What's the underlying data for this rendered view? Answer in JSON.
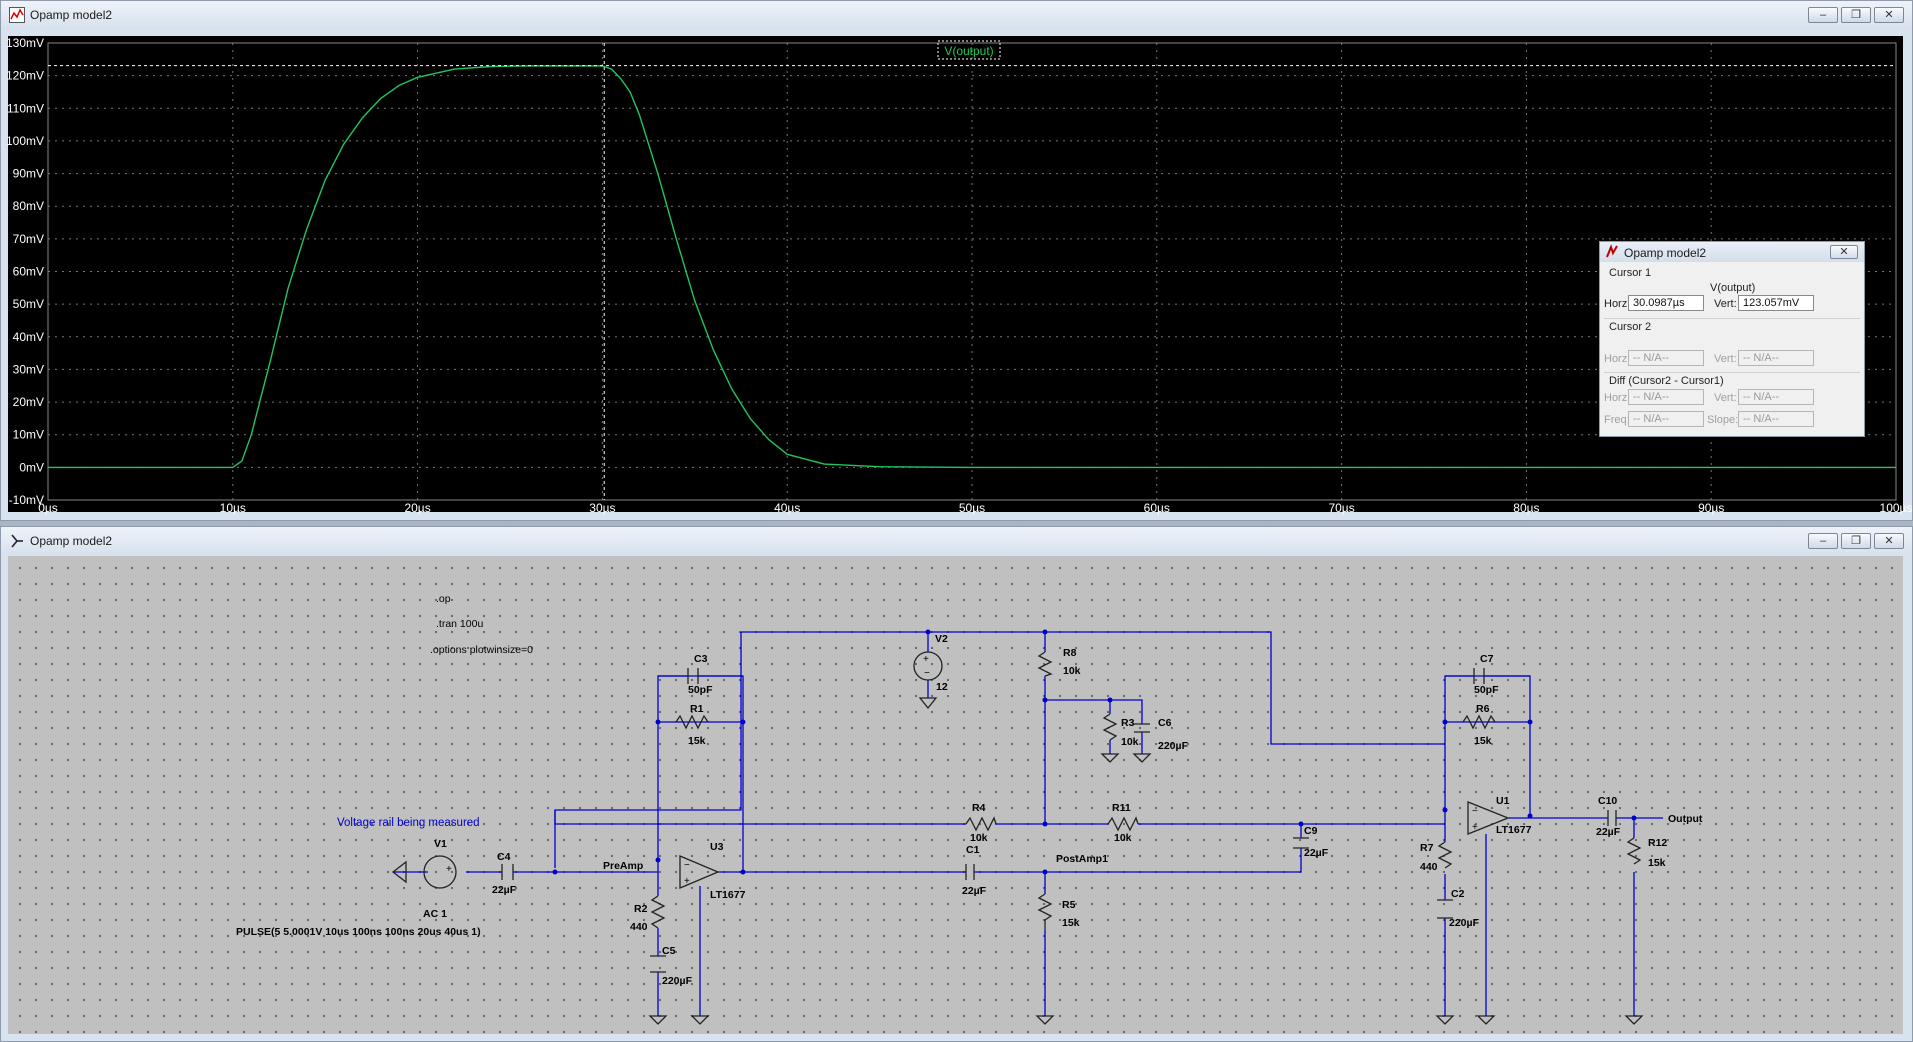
{
  "waveform_window": {
    "title": "Opamp model2",
    "trace_label": "V(output)",
    "trace_color": "#22c55e",
    "ylabels": [
      "130mV",
      "120mV",
      "110mV",
      "100mV",
      "90mV",
      "80mV",
      "70mV",
      "60mV",
      "50mV",
      "40mV",
      "30mV",
      "20mV",
      "10mV",
      "0mV",
      "-10mV"
    ],
    "xlabels": [
      "0µs",
      "10µs",
      "20µs",
      "30µs",
      "40µs",
      "50µs",
      "60µs",
      "70µs",
      "80µs",
      "90µs",
      "100µs"
    ],
    "buttons": {
      "minimize": "‒",
      "restore": "❐",
      "close": "✕"
    }
  },
  "chart_data": {
    "type": "line",
    "title": "V(output)",
    "xlabel": "",
    "ylabel": "",
    "xlim": [
      0,
      100
    ],
    "ylim": [
      -10,
      130
    ],
    "x_unit": "µs",
    "y_unit": "mV",
    "grid": true,
    "cursor": {
      "x": 30.0987,
      "y": 123.057
    },
    "series": [
      {
        "name": "V(output)",
        "color": "#22c55e",
        "x": [
          0,
          10,
          10.5,
          11,
          11.5,
          12,
          13,
          14,
          15,
          16,
          17,
          18,
          19,
          20,
          22,
          24,
          26,
          28,
          30,
          30.5,
          31,
          31.5,
          32,
          33,
          34,
          35,
          36,
          37,
          38,
          39,
          40,
          42,
          45,
          50,
          60,
          70,
          80,
          90,
          100
        ],
        "y": [
          0,
          0,
          2,
          10,
          21,
          32,
          55,
          73,
          88,
          99,
          107,
          113,
          117,
          119.5,
          122,
          122.8,
          123,
          123,
          123,
          122,
          119,
          115,
          108,
          90,
          70,
          51,
          36,
          24,
          15,
          8.5,
          4,
          1,
          0.2,
          0,
          0,
          0,
          0,
          0,
          0
        ]
      }
    ]
  },
  "cursor_dialog": {
    "title": "Opamp model2",
    "close": "✕",
    "cursor1_label": "Cursor 1",
    "trace": "V(output)",
    "horz_label": "Horz:",
    "horz_value": "30.0987µs",
    "vert_label": "Vert:",
    "vert_value": "123.057mV",
    "cursor2_label": "Cursor 2",
    "na": "-- N/A--",
    "diff_label": "Diff (Cursor2 - Cursor1)",
    "freq_label": "Freq:",
    "slope_label": "Slope:"
  },
  "schematic_window": {
    "title": "Opamp model2",
    "buttons": {
      "minimize": "‒",
      "restore": "❐",
      "close": "✕"
    },
    "wire_color": "#0000cc",
    "directives": [
      ".op",
      ".tran 100u",
      ".options plotwinsize=0"
    ],
    "comment": "Voltage rail being measured",
    "v1": {
      "name": "V1",
      "line1": "AC 1",
      "line2": "PULSE(5 5.0001V 10us 100ns 100ns 20us 40us 1)"
    },
    "v2": {
      "name": "V2",
      "value": "12"
    },
    "c3": {
      "name": "C3",
      "value": "50pF"
    },
    "r1": {
      "name": "R1",
      "value": "15k"
    },
    "c4": {
      "name": "C4",
      "value": "22µF"
    },
    "r2": {
      "name": "R2",
      "value": "440"
    },
    "c5": {
      "name": "C5",
      "value": "220µF"
    },
    "u3": {
      "name": "U3",
      "value": "LT1677"
    },
    "preamp": "PreAmp",
    "r8": {
      "name": "R8",
      "value": "10k"
    },
    "r3": {
      "name": "R3",
      "value": "10k"
    },
    "c6": {
      "name": "C6",
      "value": "220µF"
    },
    "r4": {
      "name": "R4",
      "value": "10k"
    },
    "r11": {
      "name": "R11",
      "value": "10k"
    },
    "c1": {
      "name": "C1",
      "value": "22µF"
    },
    "postamp": "PostAmp1",
    "r5": {
      "name": "R5",
      "value": "15k"
    },
    "c9": {
      "name": "C9",
      "value": "22µF"
    },
    "c7": {
      "name": "C7",
      "value": "50pF"
    },
    "r6": {
      "name": "R6",
      "value": "15k"
    },
    "u1": {
      "name": "U1",
      "value": "LT1677"
    },
    "r7": {
      "name": "R7",
      "value": "440"
    },
    "c2": {
      "name": "C2",
      "value": "220µF"
    },
    "c10": {
      "name": "C10",
      "value": "22µF"
    },
    "r12": {
      "name": "R12",
      "value": "15k"
    },
    "output": "Output"
  }
}
